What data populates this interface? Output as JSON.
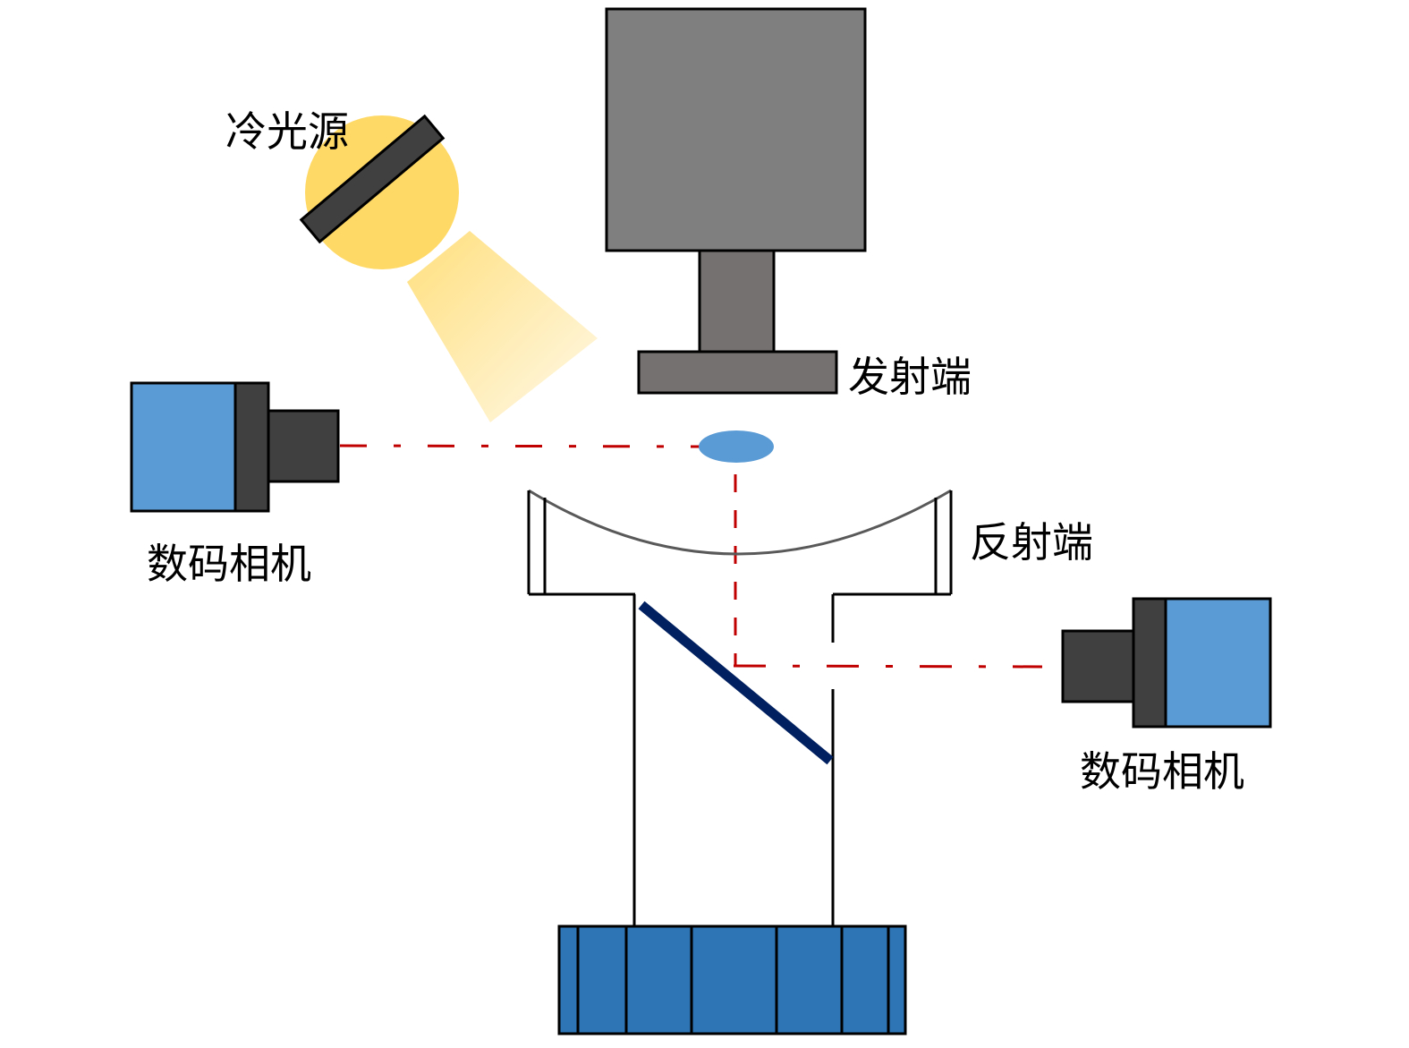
{
  "labels": {
    "cold_light_source": "冷光源",
    "emitter_end": "发射端",
    "reflector_end": "反射端",
    "camera_left": "数码相机",
    "camera_right": "数码相机"
  },
  "colors": {
    "emitter_body": "#7f7f7f",
    "emitter_stem": "#767171",
    "dark_gray": "#404040",
    "camera_blue": "#5b9bd5",
    "lamp_yellow": "#ffd966",
    "laser_red": "#c00000",
    "mirror_navy": "#002060",
    "base_blue": "#2e75b6"
  }
}
